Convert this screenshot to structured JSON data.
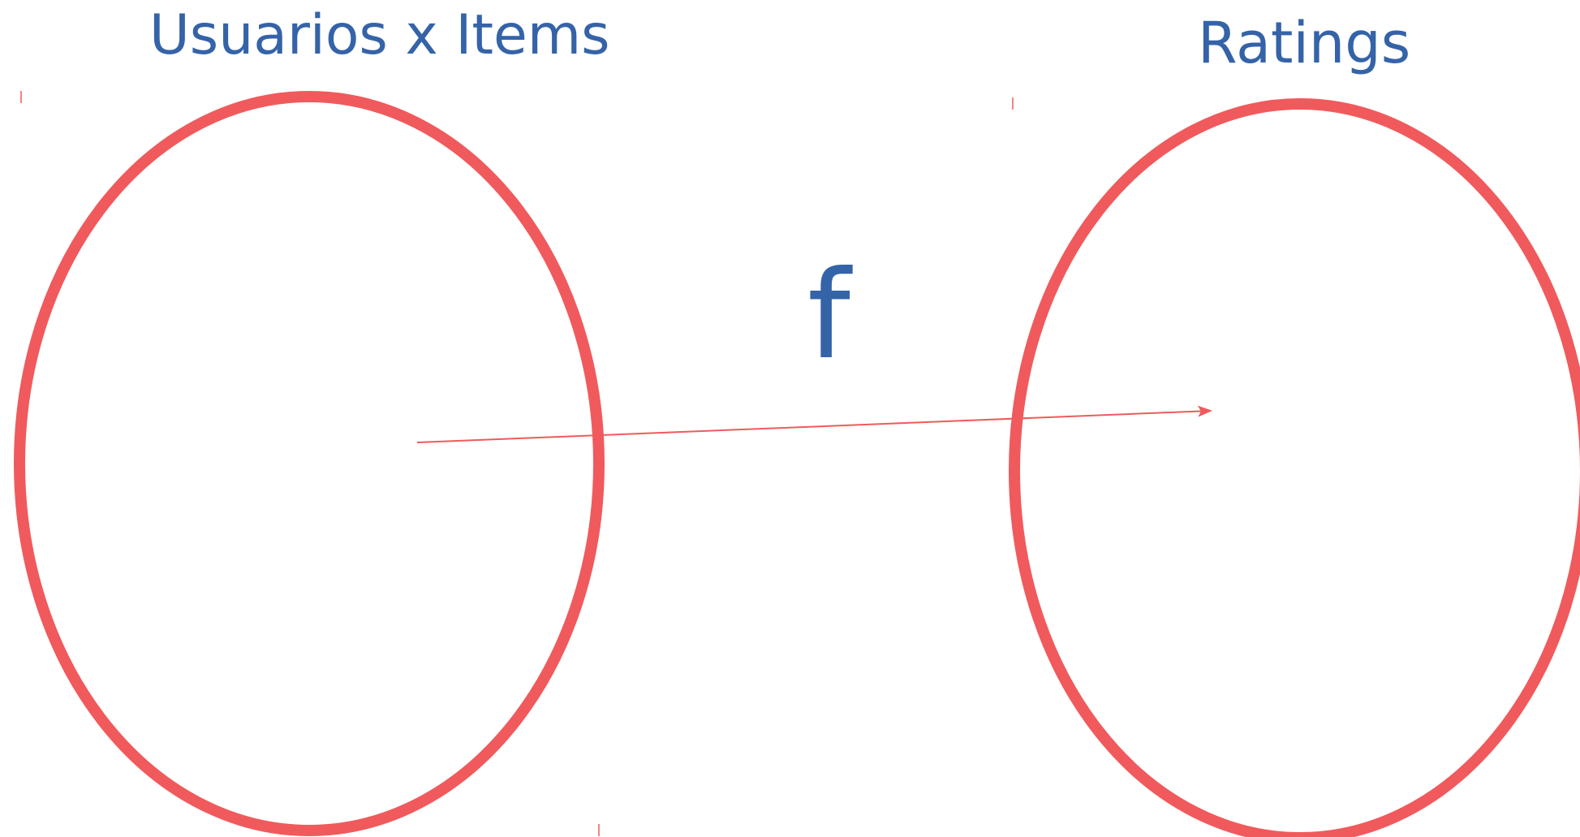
{
  "diagram": {
    "domain_set_label": "Usuarios x Items",
    "codomain_set_label": "Ratings",
    "function_label": "f"
  },
  "colors": {
    "text": "#3563A8",
    "ellipse_stroke": "#F05A5C",
    "arrow": "#F05A5C",
    "background": "#FFFFFF"
  }
}
